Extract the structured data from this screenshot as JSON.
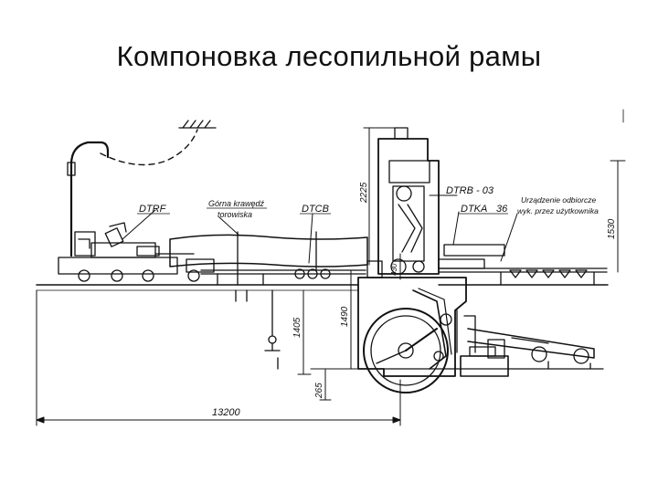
{
  "slide": {
    "title": "Компоновка лесопильной рамы"
  },
  "labels": {
    "dtrf": "DTRF",
    "gorna": "Górna krawędź",
    "torowiska": "torowiska",
    "dtcb": "DTCB",
    "dtrb": "DTRB - 03",
    "dtka": "DTKA",
    "dtka_num": "36",
    "urzadzenie": "Urządzenie odbiorcze",
    "wyk": "wyk. przez użytkownika"
  },
  "dimensions": {
    "d13200": "13200",
    "d2225": "2225",
    "d1530": "1530",
    "d1405": "1405",
    "d1490": "1490",
    "d265": "265",
    "d430": "430"
  },
  "colors": {
    "ink": "#111111",
    "background": "#ffffff"
  }
}
